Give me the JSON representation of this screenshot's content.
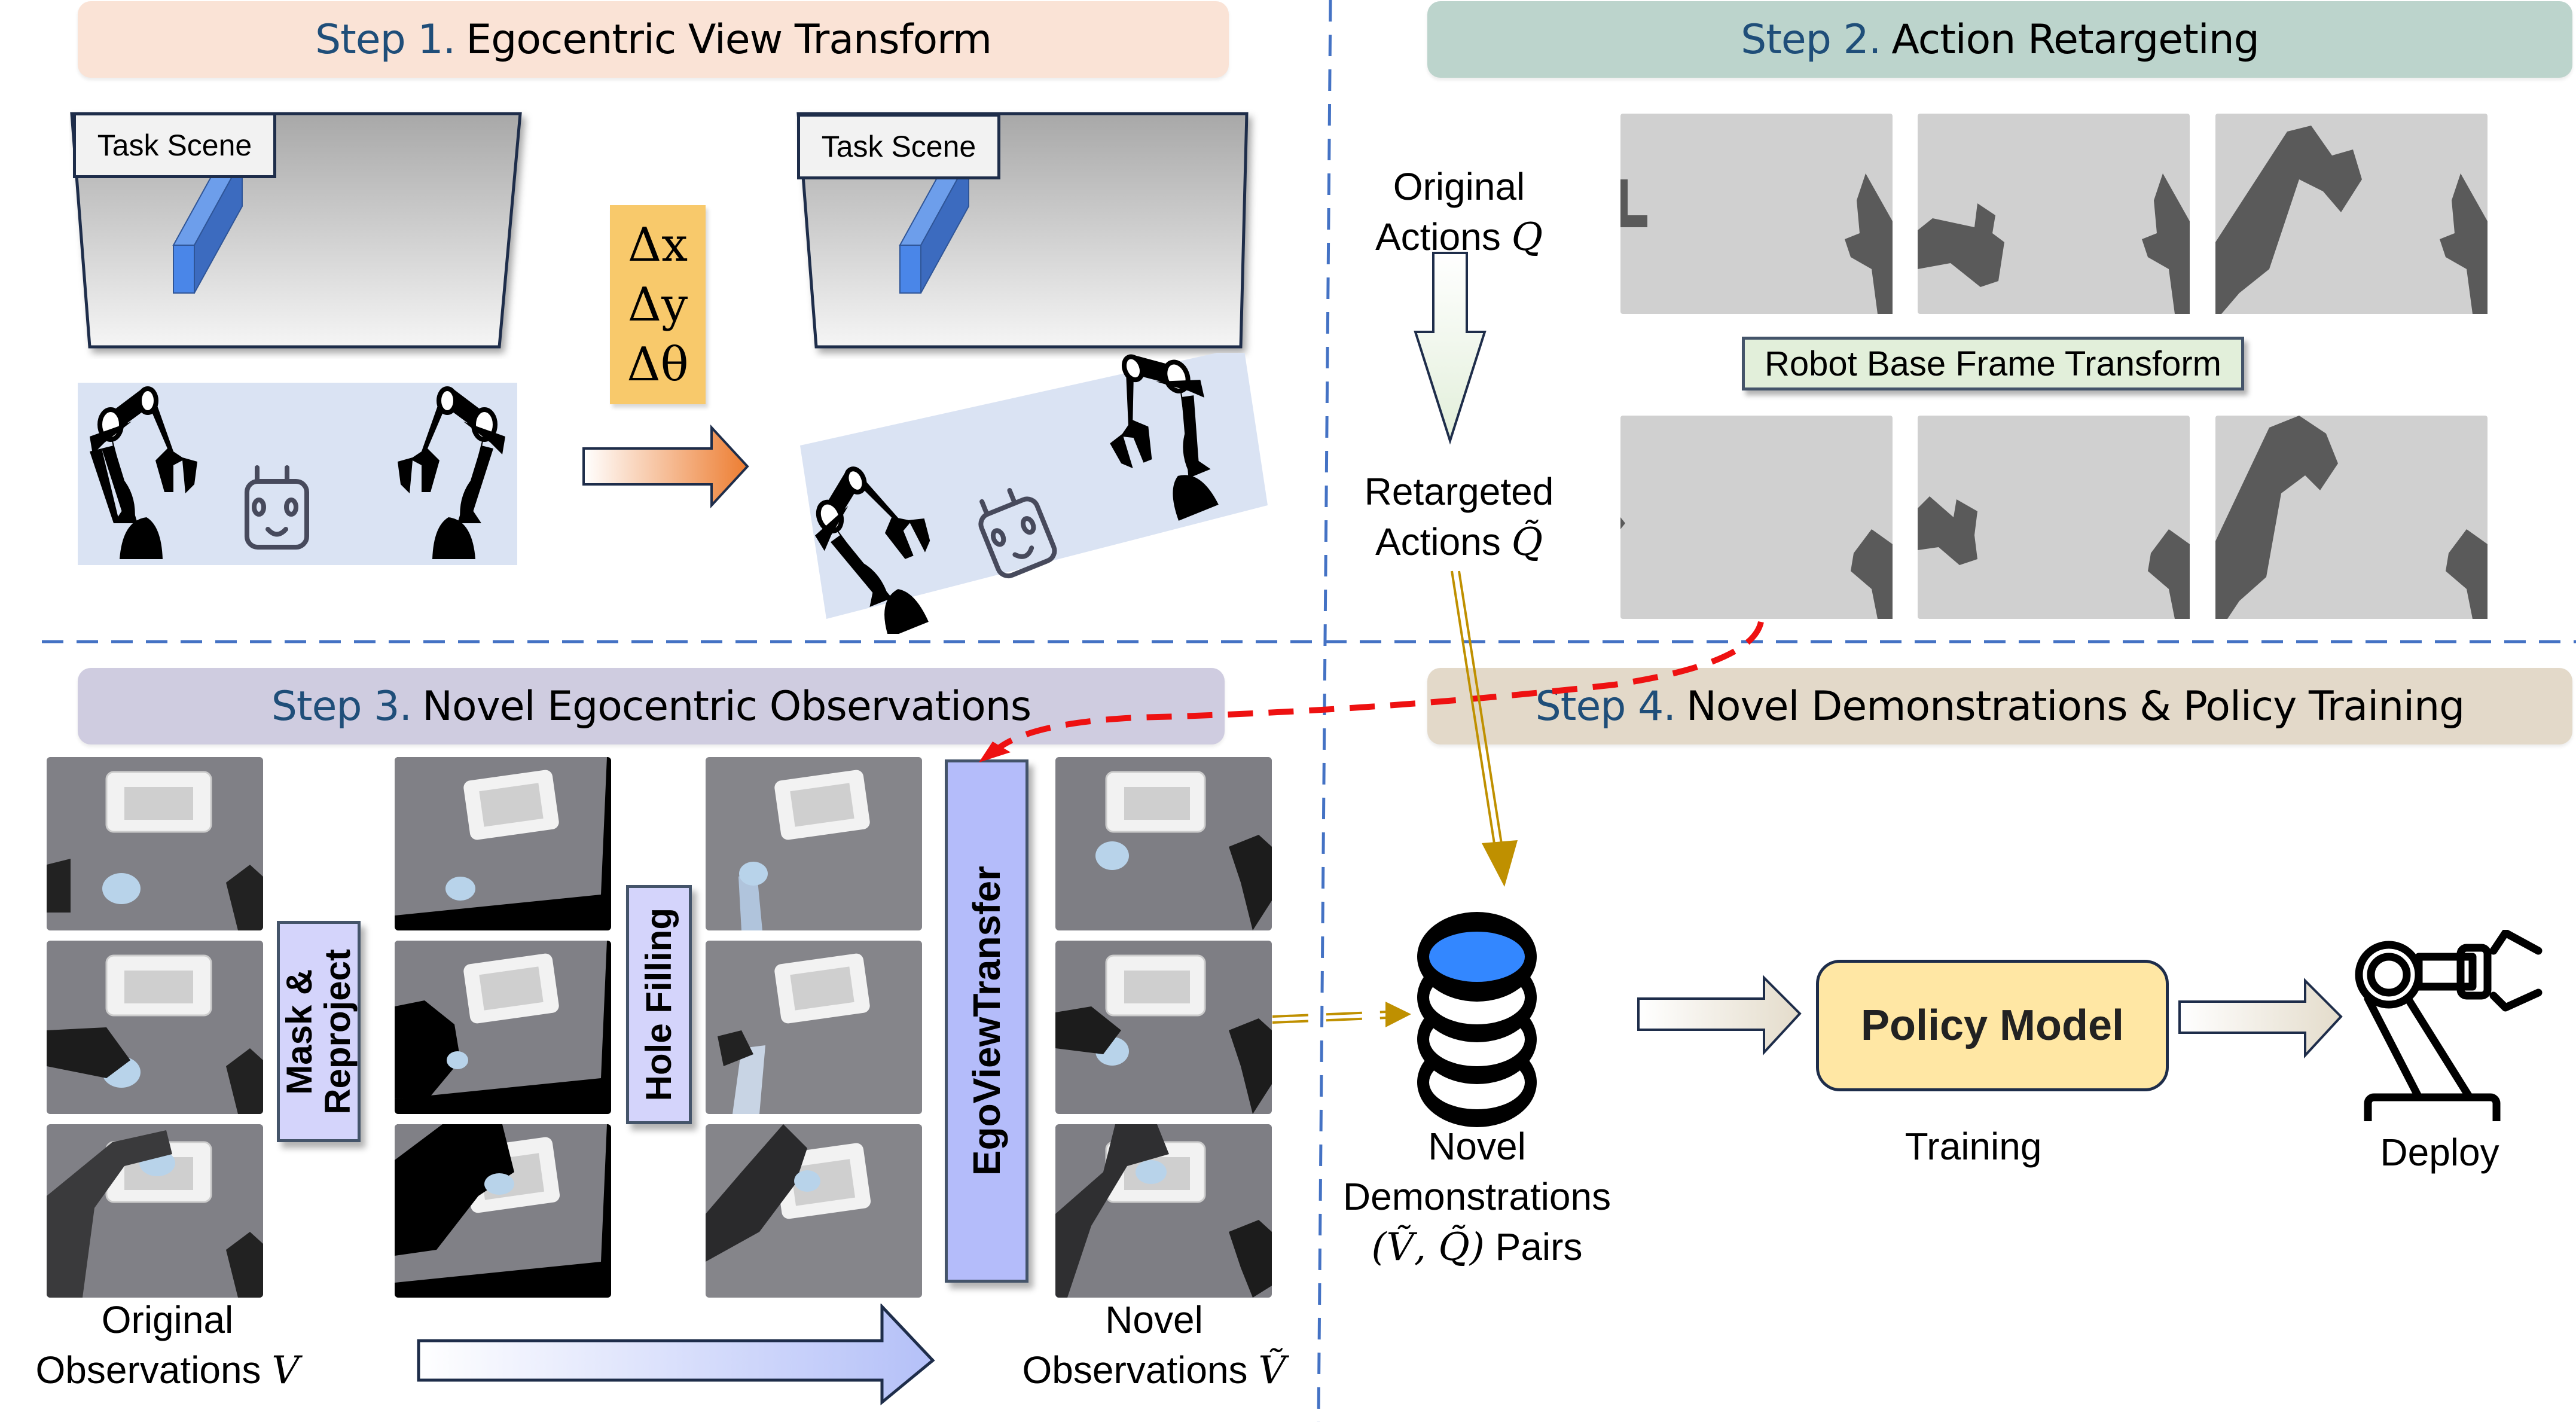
{
  "step1": {
    "step_label": "Step 1.",
    "title": "Egocentric View Transform",
    "scene_label_left": "Task Scene",
    "scene_label_right": "Task Scene",
    "delta_labels": [
      "Δx",
      "Δy",
      "Δθ"
    ]
  },
  "step2": {
    "step_label": "Step 2.",
    "title": "Action Retargeting",
    "original_line1": "Original",
    "original_line2": "Actions",
    "original_symbol": "Q",
    "retargeted_line1": "Retargeted",
    "retargeted_line2": "Actions",
    "retargeted_symbol": "Q̃",
    "transform_label": "Robot Base Frame Transform"
  },
  "step3": {
    "step_label": "Step 3.",
    "title": "Novel Egocentric Observations",
    "mask_label_line1": "Mask &",
    "mask_label_line2": "Reproject",
    "hole_label": "Hole Filling",
    "egoview_label": "EgoViewTransfer",
    "original_line1": "Original",
    "original_line2": "Observations",
    "original_symbol": "V",
    "novel_line1": "Novel",
    "novel_line2": "Observations",
    "novel_symbol": "Ṽ"
  },
  "step4": {
    "step_label": "Step 4.",
    "title": "Novel Demonstrations & Policy Training",
    "demo_line1": "Novel",
    "demo_line2": "Demonstrations",
    "demo_pairs_math": "(Ṽ,  Q̃)",
    "demo_pairs_word": "Pairs",
    "policy_label": "Policy Model",
    "training_label": "Training",
    "deploy_label": "Deploy"
  },
  "colors": {
    "step1_banner": "#fae3d6",
    "step2_banner": "#bcd4cc",
    "step3_banner": "#cfcce0",
    "step4_banner": "#e3d9c9",
    "step_accent": "#1f4e79",
    "divider": "#4472c4",
    "red_arrow": "#ee1111",
    "gold_arrow": "#bf9000",
    "policy_box": "#ffe7a4",
    "delta_box": "#f8c96b",
    "robot_panel": "#dae3f3"
  }
}
